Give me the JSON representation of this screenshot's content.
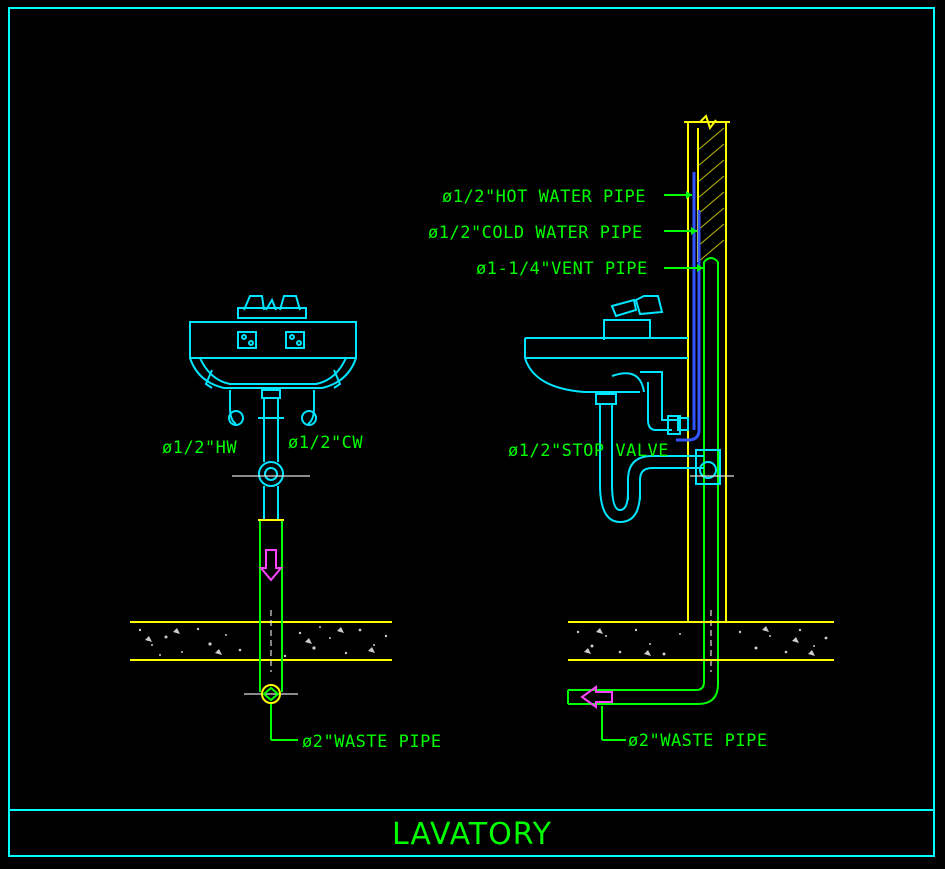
{
  "drawing": {
    "title": "LAVATORY",
    "front_view": {
      "hot_water_label": "ø1/2\"HW",
      "cold_water_label": "ø1/2\"CW",
      "waste_label": "ø2\"WASTE PIPE"
    },
    "side_view": {
      "hot_water_label": "ø1/2\"HOT WATER PIPE",
      "cold_water_label": "ø1/2\"COLD WATER PIPE",
      "vent_label": "ø1-1/4\"VENT PIPE",
      "stop_valve_label": "ø1/2\"STOP VALVE",
      "waste_label": "ø2\"WASTE PIPE"
    }
  },
  "colors": {
    "background": "#000000",
    "frame": "#00ffff",
    "fixture": "#00e5ff",
    "pipe": "#ffff00",
    "text": "#00ff00",
    "flow_arrow": "#ff44ff",
    "supply_pipe": "#3355ff"
  }
}
